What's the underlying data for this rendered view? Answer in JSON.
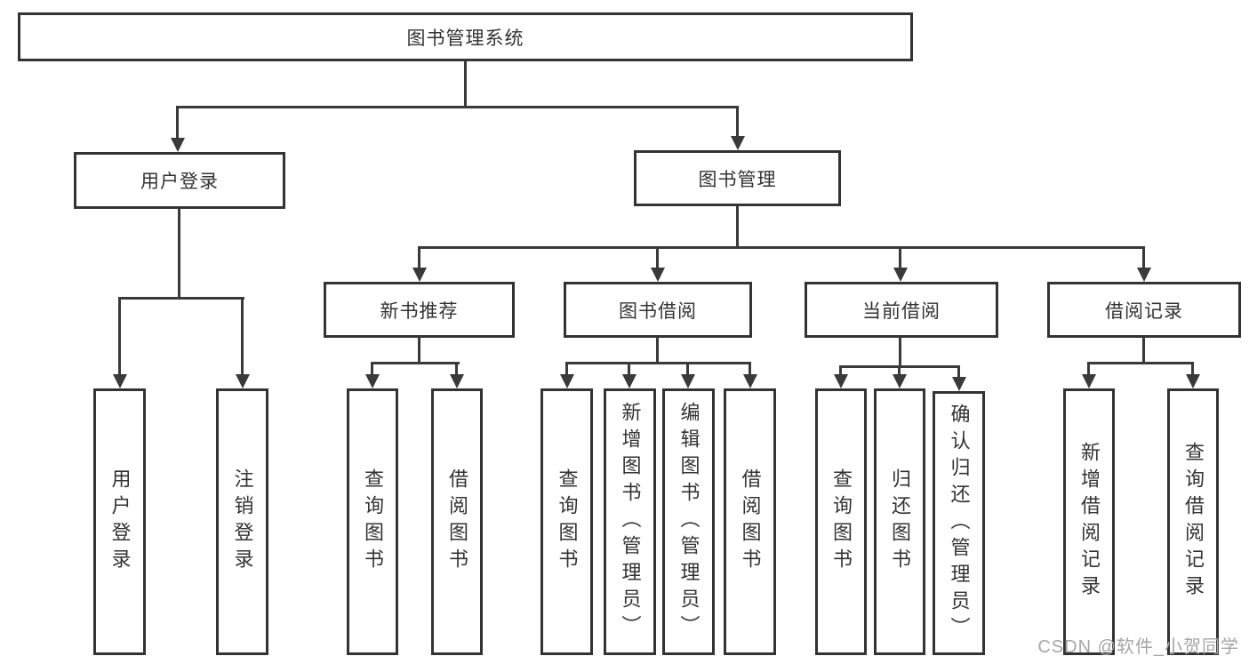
{
  "diagram_title": "图书管理系统",
  "tree": {
    "label": "图书管理系统",
    "children": [
      {
        "label": "用户登录",
        "children": [
          {
            "label": "用户登录"
          },
          {
            "label": "注销登录"
          }
        ]
      },
      {
        "label": "图书管理",
        "children": [
          {
            "label": "新书推荐",
            "children": [
              {
                "label": "查询图书"
              },
              {
                "label": "借阅图书"
              }
            ]
          },
          {
            "label": "图书借阅",
            "children": [
              {
                "label": "查询图书"
              },
              {
                "label": "新增图书（管理员）"
              },
              {
                "label": "编辑图书（管理员）"
              },
              {
                "label": "借阅图书"
              }
            ]
          },
          {
            "label": "当前借阅",
            "children": [
              {
                "label": "查询图书"
              },
              {
                "label": "归还图书"
              },
              {
                "label": "确认归还（管理员）"
              }
            ]
          },
          {
            "label": "借阅记录",
            "children": [
              {
                "label": "新增借阅记录"
              },
              {
                "label": "查询借阅记录"
              }
            ]
          }
        ]
      }
    ]
  },
  "watermark": {
    "text": "CSDN @软件_小贺同学"
  },
  "colors": {
    "line": "#3a3a3a",
    "border": "#333333",
    "text": "#333333",
    "watermark": "#a6a6a6",
    "background": "#ffffff"
  }
}
